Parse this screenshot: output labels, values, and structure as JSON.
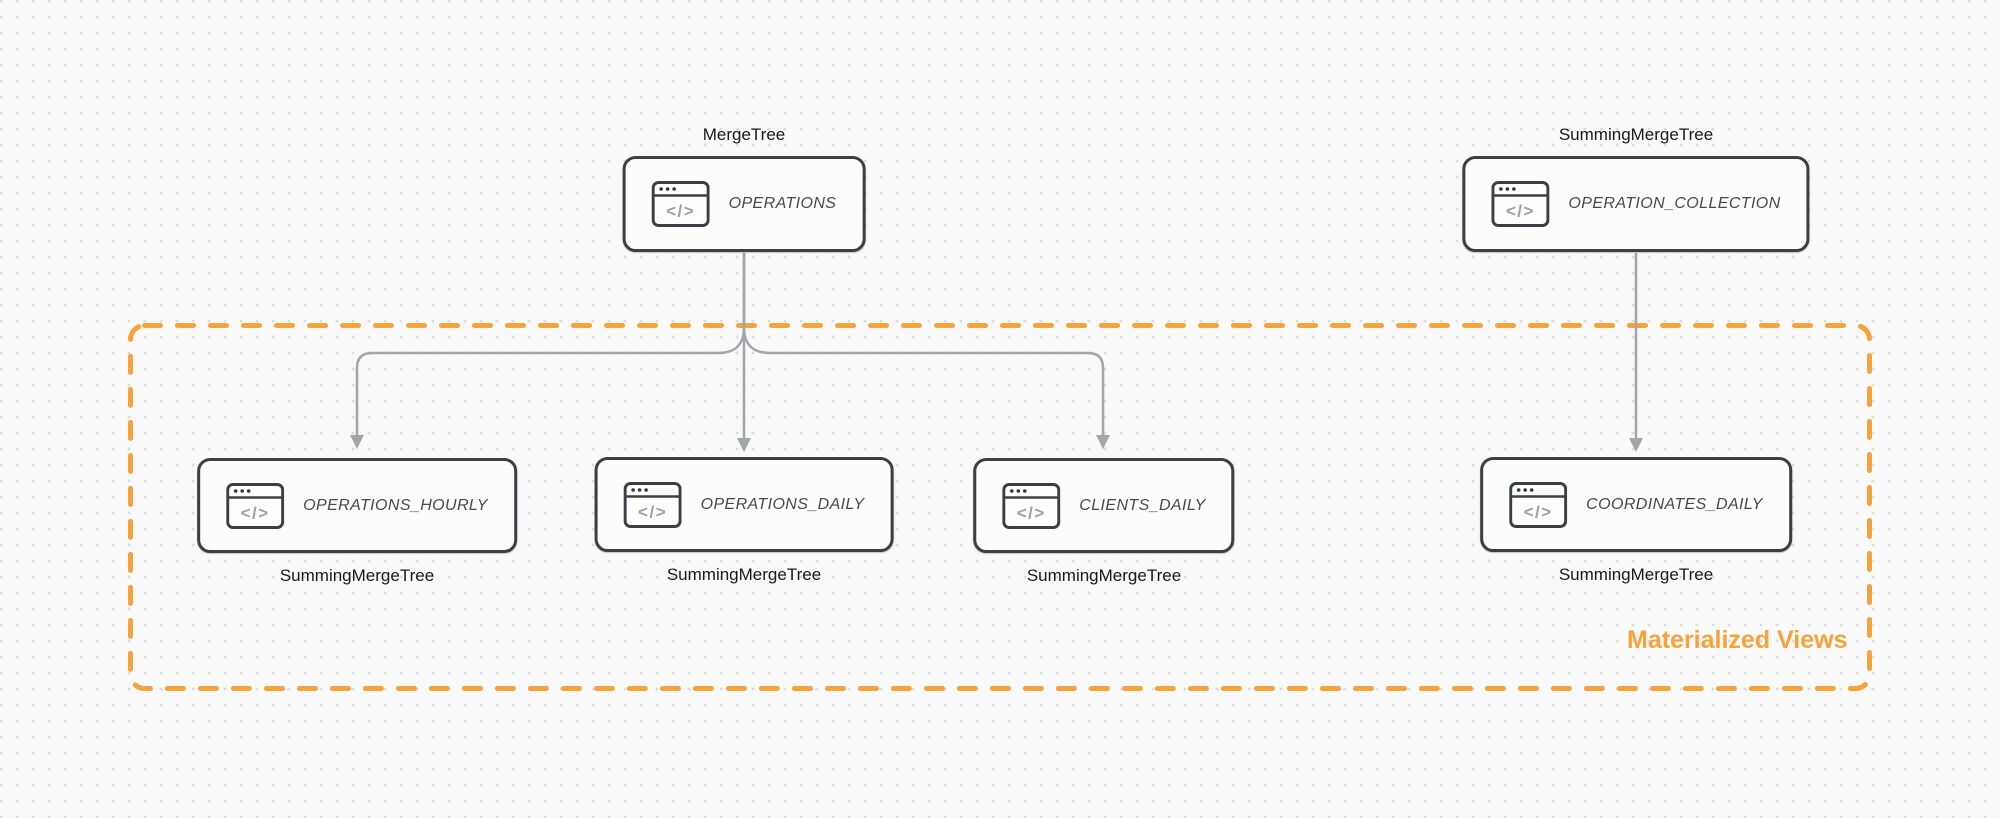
{
  "canvas": {
    "kind": "diagram",
    "background": "#f8f9f8",
    "dot_color": "#d9dcda"
  },
  "colors": {
    "node_border": "#3a4045",
    "node_background": "#fbfcfb",
    "node_title_text": "#45494d",
    "engine_label_text": "#17191c",
    "arrow": "#a2a6aa",
    "accent_orange": "#f6a33c"
  },
  "icons": {
    "window_code_glyph": "</>"
  },
  "region": {
    "label": "Materialized Views",
    "color": "#f6a33c"
  },
  "nodes": [
    {
      "id": "operations",
      "label": "OPERATIONS",
      "engine": "MergeTree",
      "engine_position": "top"
    },
    {
      "id": "operation_collection",
      "label": "OPERATION_COLLECTION",
      "engine": "SummingMergeTree",
      "engine_position": "top"
    },
    {
      "id": "operations_hourly",
      "label": "OPERATIONS_HOURLY",
      "engine": "SummingMergeTree",
      "engine_position": "bottom"
    },
    {
      "id": "operations_daily",
      "label": "OPERATIONS_DAILY",
      "engine": "SummingMergeTree",
      "engine_position": "bottom"
    },
    {
      "id": "clients_daily",
      "label": "CLIENTS_DAILY",
      "engine": "SummingMergeTree",
      "engine_position": "bottom"
    },
    {
      "id": "coordinates_daily",
      "label": "COORDINATES_DAILY",
      "engine": "SummingMergeTree",
      "engine_position": "bottom"
    }
  ],
  "edges": [
    {
      "from": "operations",
      "to": "operations_hourly"
    },
    {
      "from": "operations",
      "to": "operations_daily"
    },
    {
      "from": "operations",
      "to": "clients_daily"
    },
    {
      "from": "operation_collection",
      "to": "coordinates_daily"
    }
  ]
}
